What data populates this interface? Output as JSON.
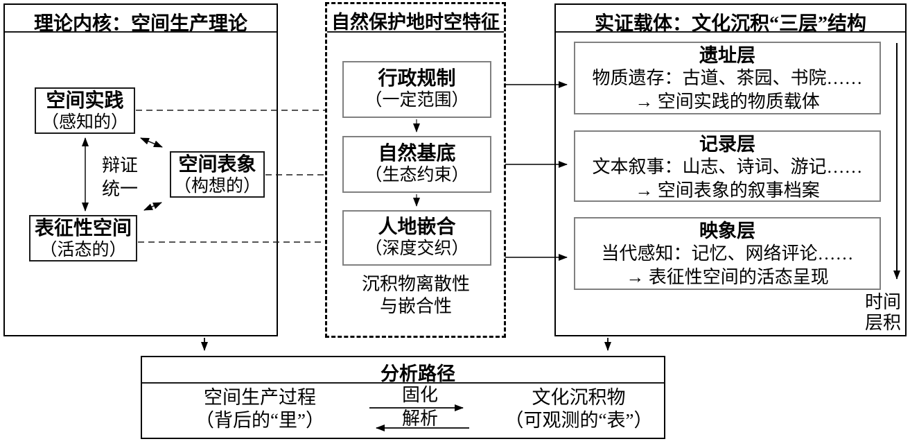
{
  "colors": {
    "background": "#ffffff",
    "text": "#000000",
    "outer_border": "#000000",
    "inner_border_gray": "#7f7f7f"
  },
  "panels": {
    "theory": {
      "title": "理论内核：空间生产理论",
      "nodes": {
        "practice": {
          "label": "空间实践",
          "sub": "（感知的）"
        },
        "representation": {
          "label": "空间表象",
          "sub": "（构想的）"
        },
        "representational": {
          "label": "表征性空间",
          "sub": "（活态的）"
        },
        "dialectic": {
          "line1": "辩证",
          "line2": "统一"
        }
      }
    },
    "features": {
      "title": "自然保护地时空特征",
      "nodes": {
        "admin": {
          "label": "行政规制",
          "sub": "（一定范围）"
        },
        "nature": {
          "label": "自然基底",
          "sub": "（生态约束）"
        },
        "human": {
          "label": "人地嵌合",
          "sub": "（深度交织）"
        }
      },
      "footnote": {
        "line1": "沉积物离散性",
        "line2": "与嵌合性"
      }
    },
    "evidence": {
      "title": "实证载体：文化沉积“三层”结构",
      "layers": [
        {
          "name": "遗址层",
          "line1": "物质遗存：古道、茶园、书院……",
          "line2": "→ 空间实践的物质载体"
        },
        {
          "name": "记录层",
          "line1": "文本叙事：山志、诗词、游记……",
          "line2": "→ 空间表象的叙事档案"
        },
        {
          "name": "映象层",
          "line1": "当代感知：记忆、网络评论……",
          "line2": "→ 表征性空间的活态呈现"
        }
      ],
      "time_axis": {
        "line1": "时间",
        "line2": "层积"
      }
    },
    "analysis": {
      "title": "分析路径",
      "left": {
        "line1": "空间生产过程",
        "line2": "（背后的“里”）"
      },
      "forward_label": "固化",
      "backward_label": "解析",
      "right": {
        "line1": "文化沉积物",
        "line2": "（可观测的“表”）"
      }
    }
  }
}
